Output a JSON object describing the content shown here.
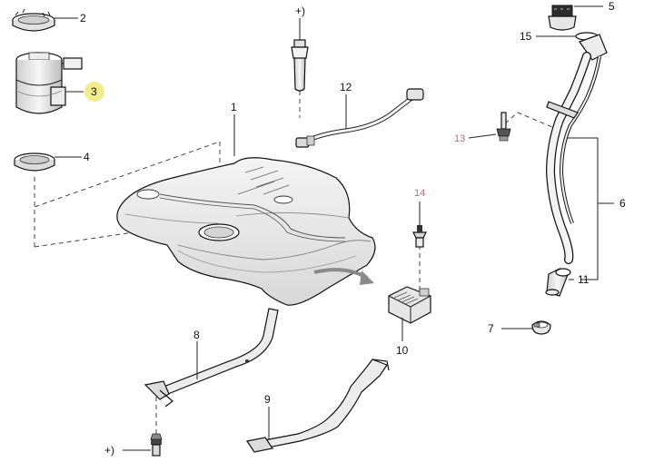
{
  "callouts": {
    "c1": "1",
    "c2": "2",
    "c3": "3",
    "c4": "4",
    "c5": "5",
    "c6": "6",
    "c7": "7",
    "c8": "8",
    "c9": "9",
    "c10": "10",
    "c11": "11",
    "c12": "12",
    "c13": "13",
    "c14": "14",
    "c15": "15",
    "plus_top": "+)",
    "plus_bottom": "+)"
  },
  "colors": {
    "line": "#111111",
    "part_fill": "#ececec",
    "part_dark": "#9a9a9a",
    "highlight": "#f3ec8a",
    "red_label": "#c9676c",
    "arrow": "#8a8a8a"
  }
}
